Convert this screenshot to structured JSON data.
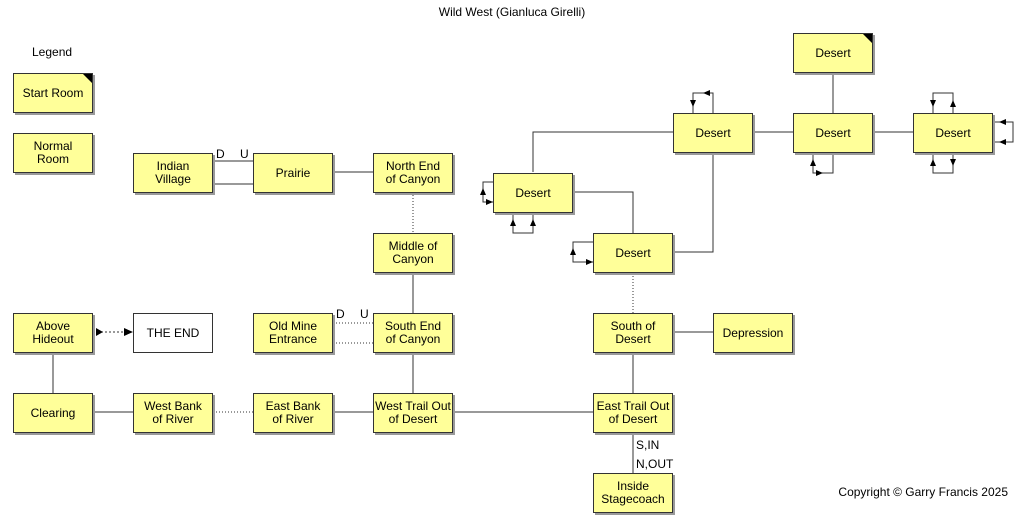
{
  "title": "Wild West (Gianluca Girelli)",
  "legend": {
    "title": "Legend",
    "start_room": "Start Room",
    "normal_room": "Normal Room"
  },
  "rooms": {
    "indian_village": "Indian Village",
    "prairie": "Prairie",
    "north_end_canyon": "North End of Canyon",
    "middle_canyon": "Middle of Canyon",
    "south_end_canyon": "South End of Canyon",
    "old_mine_entrance": "Old Mine Entrance",
    "above_hideout": "Above Hideout",
    "the_end": "THE END",
    "clearing": "Clearing",
    "west_bank_river": "West Bank of River",
    "east_bank_river": "East Bank of River",
    "west_trail": "West Trail Out of Desert",
    "east_trail": "East Trail Out of Desert",
    "inside_stagecoach": "Inside Stagecoach",
    "south_of_desert": "South of Desert",
    "depression": "Depression",
    "desert_a": "Desert",
    "desert_b": "Desert",
    "desert_c": "Desert",
    "desert_d": "Desert",
    "desert_e": "Desert",
    "desert_top": "Desert"
  },
  "exit_labels": {
    "village_d": "D",
    "village_u": "U",
    "mine_d": "D",
    "mine_u": "U",
    "stage_s_in": "S,IN",
    "stage_n_out": "N,OUT"
  },
  "copyright": "Copyright © Garry Francis 2025"
}
